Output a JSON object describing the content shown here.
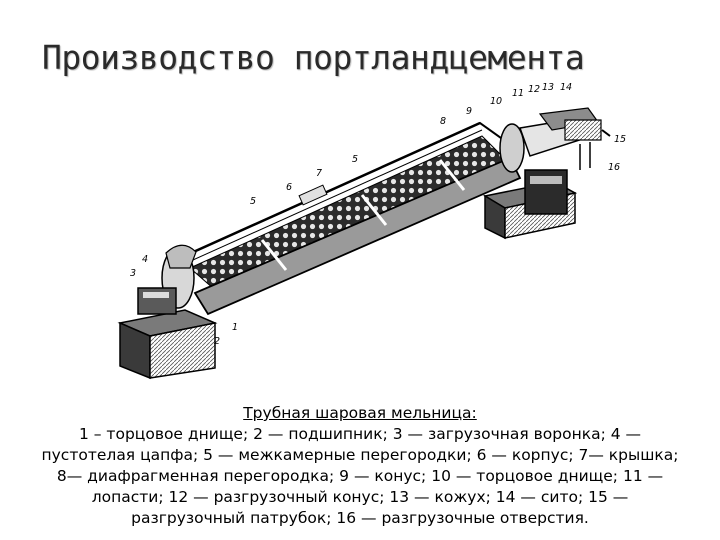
{
  "slide": {
    "title": "Производство портландцемента"
  },
  "figure": {
    "callouts": [
      "1",
      "2",
      "3",
      "4",
      "5",
      "5",
      "6",
      "7",
      "8",
      "9",
      "10",
      "11",
      "12",
      "13",
      "14",
      "15",
      "16"
    ]
  },
  "caption": {
    "title": "Трубная шаровая мельница:",
    "lines": [
      "1 – торцовое днище; 2 — подшипник; 3 — загрузочная воронка; 4 —",
      "пустотелая цапфа; 5 — межкамерные перегородки; 6 — корпус; 7— крышка;",
      "8— диафрагменная перегородка; 9 — конус; 10 — торцовое днище; 11 —",
      "лопасти; 12 — разгрузочный конус; 13 — кожух; 14 — сито; 15 —",
      "разгрузочный патрубок;  16 — разгрузочные отверстия."
    ]
  }
}
